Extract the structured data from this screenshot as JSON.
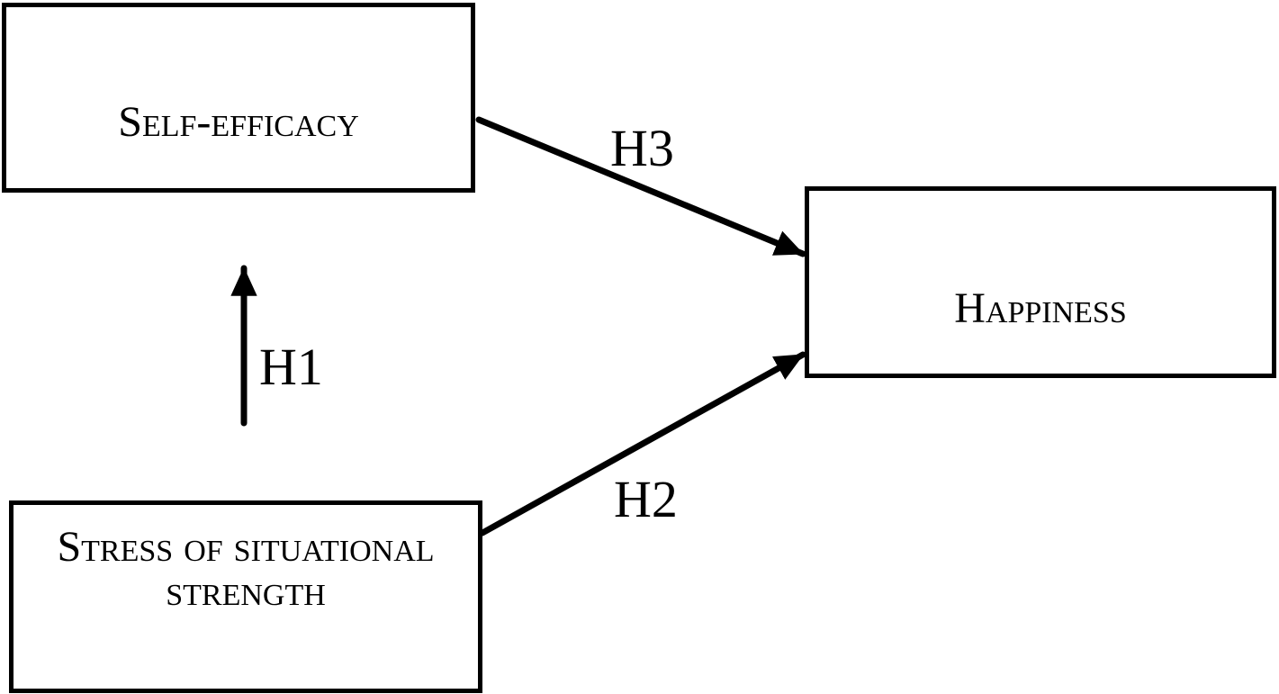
{
  "figure": {
    "type": "path-diagram",
    "background_color": "#ffffff",
    "stroke_color": "#000000",
    "text_color": "#000000",
    "node_fill_color": "#ffffff",
    "nodes": [
      {
        "id": "self-efficacy",
        "label": "Self-efficacy"
      },
      {
        "id": "happiness",
        "label": "Happiness"
      },
      {
        "id": "stress-of-situational-strength",
        "label": "Stress of situational strength",
        "lines": [
          "Stress of situational",
          "strength"
        ]
      }
    ],
    "edges": [
      {
        "id": "h1",
        "label": "H1",
        "from": "stress-of-situational-strength",
        "to": "self-efficacy"
      },
      {
        "id": "h2",
        "label": "H2",
        "from": "stress-of-situational-strength",
        "to": "happiness"
      },
      {
        "id": "h3",
        "label": "H3",
        "from": "self-efficacy",
        "to": "happiness"
      }
    ]
  }
}
